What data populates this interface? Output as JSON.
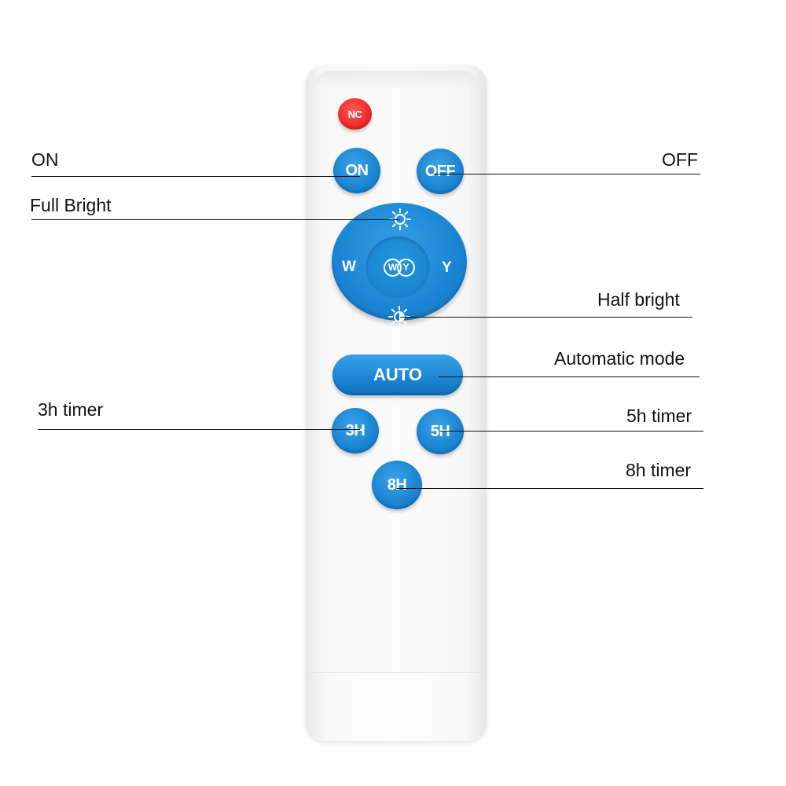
{
  "remote": {
    "nc_label": "NC",
    "on_label": "ON",
    "off_label": "OFF",
    "w_label": "W",
    "y_label": "Y",
    "center_w": "W",
    "center_y": "Y",
    "auto_label": "AUTO",
    "timer_3h_label": "3H",
    "timer_5h_label": "5H",
    "timer_8h_label": "8H",
    "full_bright_icon": "sun-outline-icon",
    "half_bright_icon": "sun-half-icon"
  },
  "callouts": {
    "on": "ON",
    "off": "OFF",
    "full_bright": "Full Bright",
    "half_bright": "Half bright",
    "automatic_mode": "Automatic mode",
    "timer_3h": "3h timer",
    "timer_5h": "5h timer",
    "timer_8h": "8h timer"
  },
  "colors": {
    "button_blue": "#1a85d4",
    "nc_red": "#ee2a2a",
    "remote_body": "#f7f7f7",
    "text": "#111111"
  }
}
